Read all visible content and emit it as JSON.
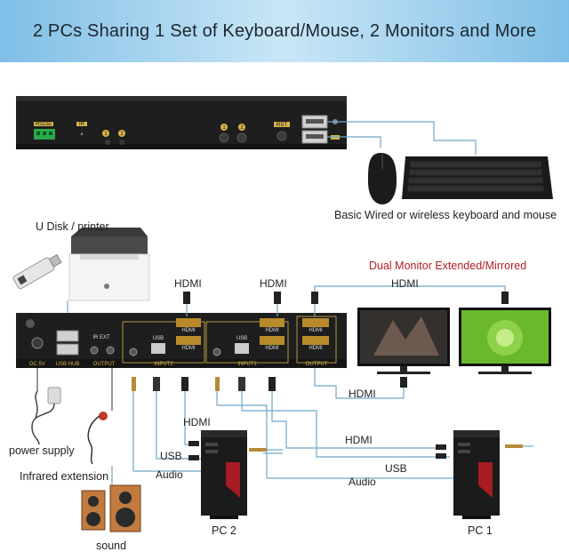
{
  "title": "2 PCs Sharing 1 Set of Keyboard/Mouse, 2 Monitors and More",
  "front_panel": {
    "rs232": "RS232",
    "ir": "IR",
    "ir_x": "×",
    "btn1": "1",
    "btn2": "2",
    "btn1b": "1",
    "btn2b": "2",
    "rst": "RST"
  },
  "back_panel": {
    "dc": "DC 5V",
    "usb_hub": "USB HUB",
    "ir_ext": "IR EXT",
    "output": "OUTPUT",
    "input2": "INPUT2",
    "input1": "INPUT1",
    "output2": "OUTPUT",
    "usb_a": "USB",
    "usb_b": "USB",
    "hdmi_b1": "HDMI",
    "hdmi_a1": "HDMI",
    "hdmi_b2": "HDMI",
    "hdmi_a2": "HDMI",
    "hdmi_b3": "HDMI",
    "hdmi_a3": "HDMI"
  },
  "labels": {
    "kb_mouse": "Basic Wired or wireless keyboard and mouse",
    "udisk": "U Disk / printer",
    "dual_monitor": "Dual Monitor Extended/Mirrored",
    "hdmi_top1": "HDMI",
    "hdmi_top2": "HDMI",
    "hdmi_top3": "HDMI",
    "hdmi_mid": "HDMI",
    "hdmi_pc2": "HDMI",
    "hdmi_pc1": "HDMI",
    "usb_pc2": "USB",
    "usb_pc1": "USB",
    "audio_pc2": "Audio",
    "audio_pc1": "Audio",
    "power_supply": "power supply",
    "infrared": "Infrared extension",
    "sound": "sound",
    "pc2": "PC 2",
    "pc1": "PC 1"
  },
  "colors": {
    "banner": "#9fd3f0",
    "cable": "#6fa9c8",
    "device_body": "#1f1f1f",
    "port_gold": "#d8b44a",
    "label_red": "#b21f24"
  },
  "icons": [
    "rs232-terminal-icon",
    "usb-port-icon",
    "mouse-icon",
    "keyboard-icon",
    "usb-stick-icon",
    "printer-icon",
    "monitor-icon",
    "power-adapter-icon",
    "ir-sensor-icon",
    "speaker-icon",
    "pc-tower-icon",
    "hdmi-plug-icon",
    "usb-plug-icon",
    "audio-plug-icon"
  ]
}
